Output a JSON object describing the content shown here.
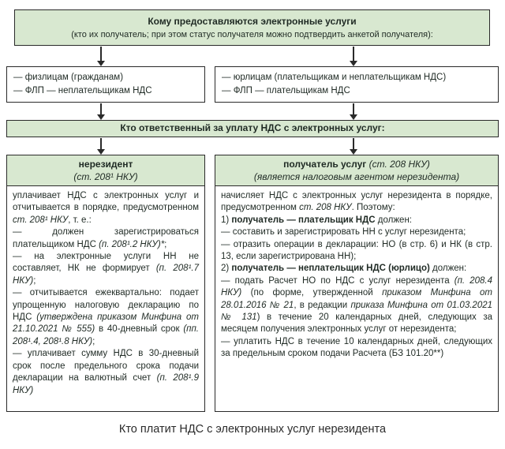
{
  "colors": {
    "green": "#d8e8d0",
    "border": "#2a2a2a",
    "text": "#1f2a24"
  },
  "top_box": {
    "title": "Кому предоставляются электронные услуги",
    "subtitle": "(кто их получатель; при этом статус получателя можно подтвердить анкетой получателя):"
  },
  "recipients": {
    "left": {
      "line1": "— физлицам (гражданам)",
      "line2": "— ФЛП — неплательщикам НДС"
    },
    "right": {
      "line1": "— юрлицам (плательщикам и неплательщикам НДС)",
      "line2": "— ФЛП — плательщикам НДС"
    }
  },
  "responsible_bar": {
    "label": "Кто ответственный за уплату НДС с электронных услуг:"
  },
  "left_column": {
    "header": {
      "title": "нерезидент",
      "subtitle": "(ст. 208¹ НКУ)"
    },
    "body": [
      [
        [
          "уплачивает НДС с электронных услуг и отчитывается в порядке, предусмотренном ",
          ""
        ],
        [
          "ст. 208¹ НКУ",
          "i"
        ],
        [
          ", т. е.:",
          ""
        ]
      ],
      [
        [
          "— должен зарегистрироваться плательщиком НДС ",
          ""
        ],
        [
          "(п. 208¹.2 НКУ)*",
          "i"
        ],
        [
          ";",
          ""
        ]
      ],
      [
        [
          "— на электронные услуги НН не составляет, НК не формирует ",
          ""
        ],
        [
          "(п. 208¹.7 НКУ)",
          "i"
        ],
        [
          ";",
          ""
        ]
      ],
      [
        [
          "— отчитывается ежеквартально: подает упрощенную налоговую декларацию по НДС ",
          ""
        ],
        [
          "(утверждена приказом Минфина от 21.10.2021 № 555)",
          "i"
        ],
        [
          " в 40-дневный срок ",
          ""
        ],
        [
          "(пп. 208¹.4, 208¹.8 НКУ)",
          "i"
        ],
        [
          ";",
          ""
        ]
      ],
      [
        [
          "— уплачивает сумму НДС в 30-дневный срок после предельного срока подачи декларации на валютный счет ",
          ""
        ],
        [
          "(п. 208¹.9 НКУ)",
          "i"
        ]
      ]
    ]
  },
  "right_column": {
    "header": {
      "title_bold": "получатель услуг",
      "title_rest": " (ст. 208 НКУ)",
      "subtitle": "(является налоговым агентом нерезидента)"
    },
    "body": [
      [
        [
          "начисляет НДС с электронных услуг нерезидента в порядке, предусмотренном ",
          ""
        ],
        [
          "ст. 208 НКУ",
          "i"
        ],
        [
          ". Поэтому:",
          ""
        ]
      ],
      [
        [
          "1) ",
          ""
        ],
        [
          "получатель — плательщик НДС",
          "b"
        ],
        [
          " должен:",
          ""
        ]
      ],
      [
        [
          "— составить и зарегистрировать НН с услуг нерезидента;",
          ""
        ]
      ],
      [
        [
          "— отразить операции в декларации: НО (в стр. 6) и НК (в стр. 13, если зарегистрирована НН);",
          ""
        ]
      ],
      [
        [
          "2) ",
          ""
        ],
        [
          "получатель — неплательщик НДС (юрлицо)",
          "b"
        ],
        [
          " должен:",
          ""
        ]
      ],
      [
        [
          "— подать Расчет НО по НДС с услуг нерезидента ",
          ""
        ],
        [
          "(п. 208.4 НКУ)",
          "i"
        ],
        [
          " (по форме, утвержденной ",
          ""
        ],
        [
          "приказом Минфина от 28.01.2016 № 21",
          "i"
        ],
        [
          ", в редакции ",
          ""
        ],
        [
          "приказа Минфина от 01.03.2021 № 131",
          "i"
        ],
        [
          ") в течение 20 календарных дней, следующих за месяцем получения электронных услуг от нерезидента;",
          ""
        ]
      ],
      [
        [
          "— уплатить НДС в течение 10 календарных дней, следующих за предельным сроком подачи Расчета (БЗ 101.20**)",
          ""
        ]
      ]
    ]
  },
  "caption": "Кто платит НДС с электронных услуг нерезидента"
}
